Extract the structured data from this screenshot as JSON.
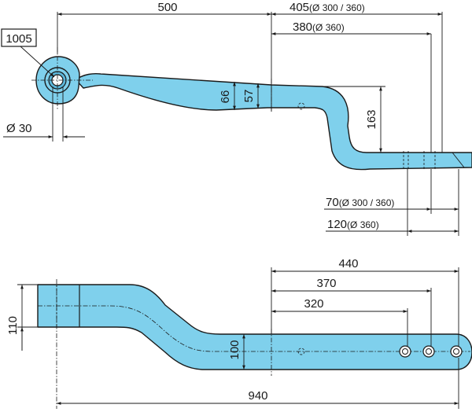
{
  "part_number": "1005",
  "top_view": {
    "dim_500": "500",
    "dim_405_value": "405",
    "dim_405_note": "(Ø 300 / 360)",
    "dim_380_value": "380",
    "dim_380_note": "(Ø 360)",
    "dim_66": "66",
    "dim_57": "57",
    "dim_163": "163",
    "dim_diameter": "Ø 30",
    "dim_70_value": "70",
    "dim_70_note": "(Ø 300 / 360)",
    "dim_120_value": "120",
    "dim_120_note": "(Ø 360)"
  },
  "bottom_view": {
    "dim_440": "440",
    "dim_370": "370",
    "dim_320": "320",
    "dim_110": "110",
    "dim_100": "100",
    "dim_940": "940"
  },
  "colors": {
    "part_fill": "#7fd0ec",
    "line": "#1a1a1a"
  }
}
